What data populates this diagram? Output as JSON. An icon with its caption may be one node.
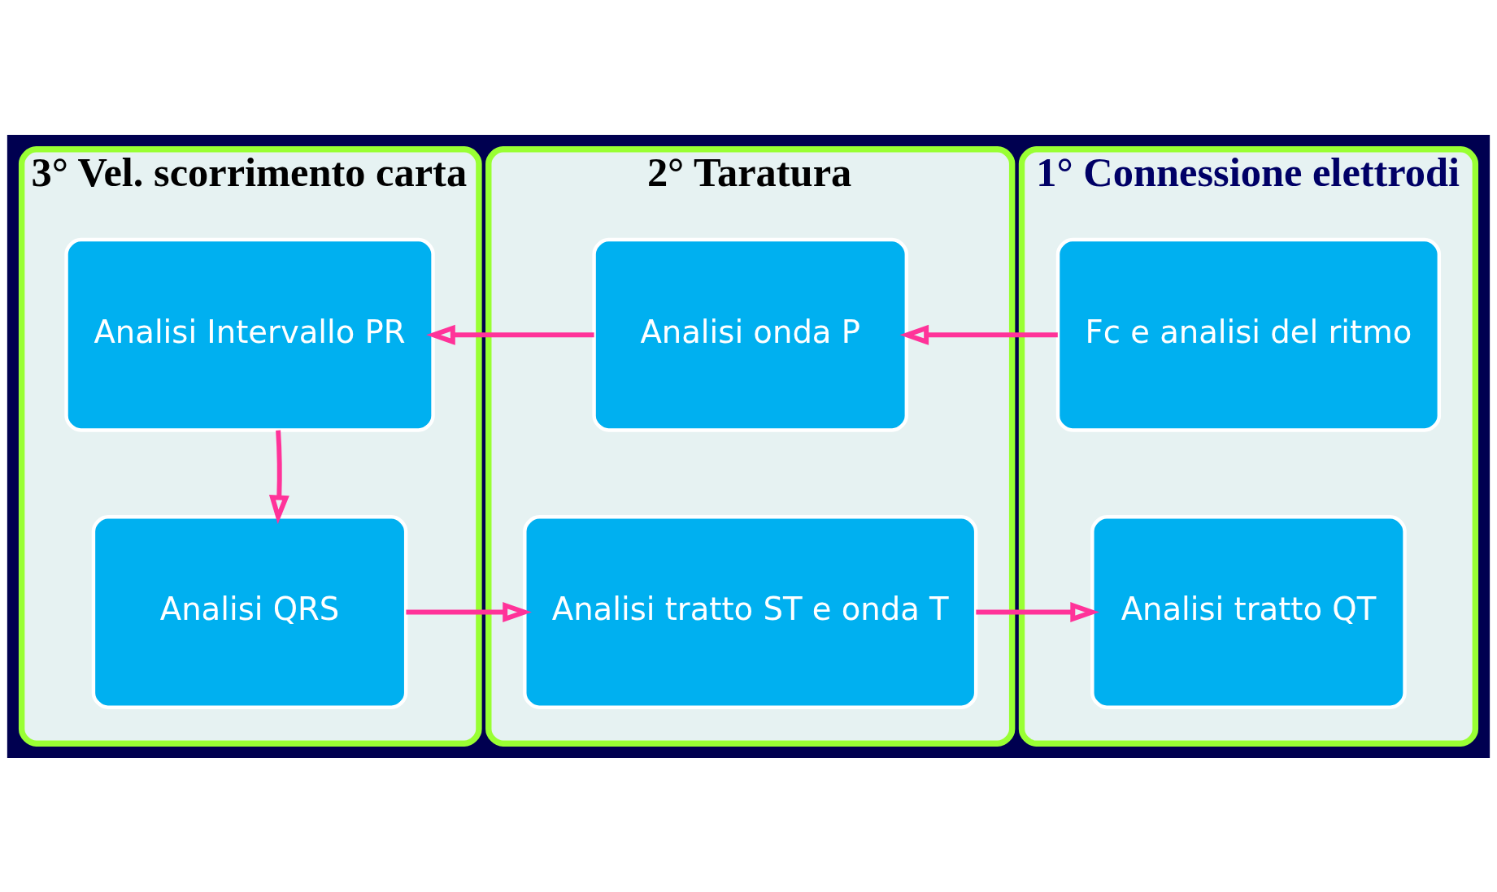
{
  "diagram": {
    "nodes": [
      {
        "text": [
          "3° Vel. scorrimento carta"
        ]
      },
      {
        "text": [
          "Analisi Intervallo PR"
        ],
        "in": 0
      },
      {
        "text": [
          "Analisi QRS"
        ],
        "in": 0
      },
      {
        "text": [
          "2° Taratura"
        ]
      },
      {
        "text": [
          "Analisi onda P"
        ],
        "in": 3
      },
      {
        "text": [
          "Analisi tratto ST e onda T"
        ],
        "in": 3
      },
      {
        "text": [
          "1° Connessione elettrodi"
        ]
      },
      {
        "text": [
          "Fc e analisi del ritmo"
        ],
        "in": 6
      },
      {
        "text": [
          "Analisi tratto QT"
        ],
        "in": 6
      }
    ],
    "edges": [
      {
        "from": 7,
        "to": 4,
        "arrow": "to"
      },
      {
        "from": 4,
        "to": 1,
        "arrow": "to"
      },
      {
        "from": 1,
        "to": 2,
        "arrow": "to"
      },
      {
        "from": 2,
        "to": 5,
        "arrow": "to"
      },
      {
        "from": 5,
        "to": 8,
        "arrow": "to"
      }
    ]
  }
}
